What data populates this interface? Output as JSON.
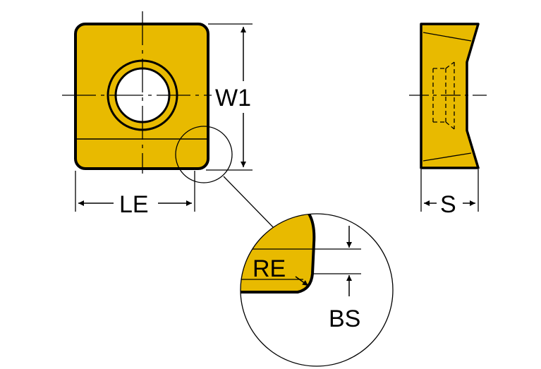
{
  "labels": {
    "width": "W1",
    "length": "LE",
    "thickness": "S",
    "corner_radius": "RE",
    "wiper_flat": "BS"
  },
  "colors": {
    "insert_fill": "#E8BA00",
    "outline": "#000000",
    "background": "#FFFFFF"
  }
}
